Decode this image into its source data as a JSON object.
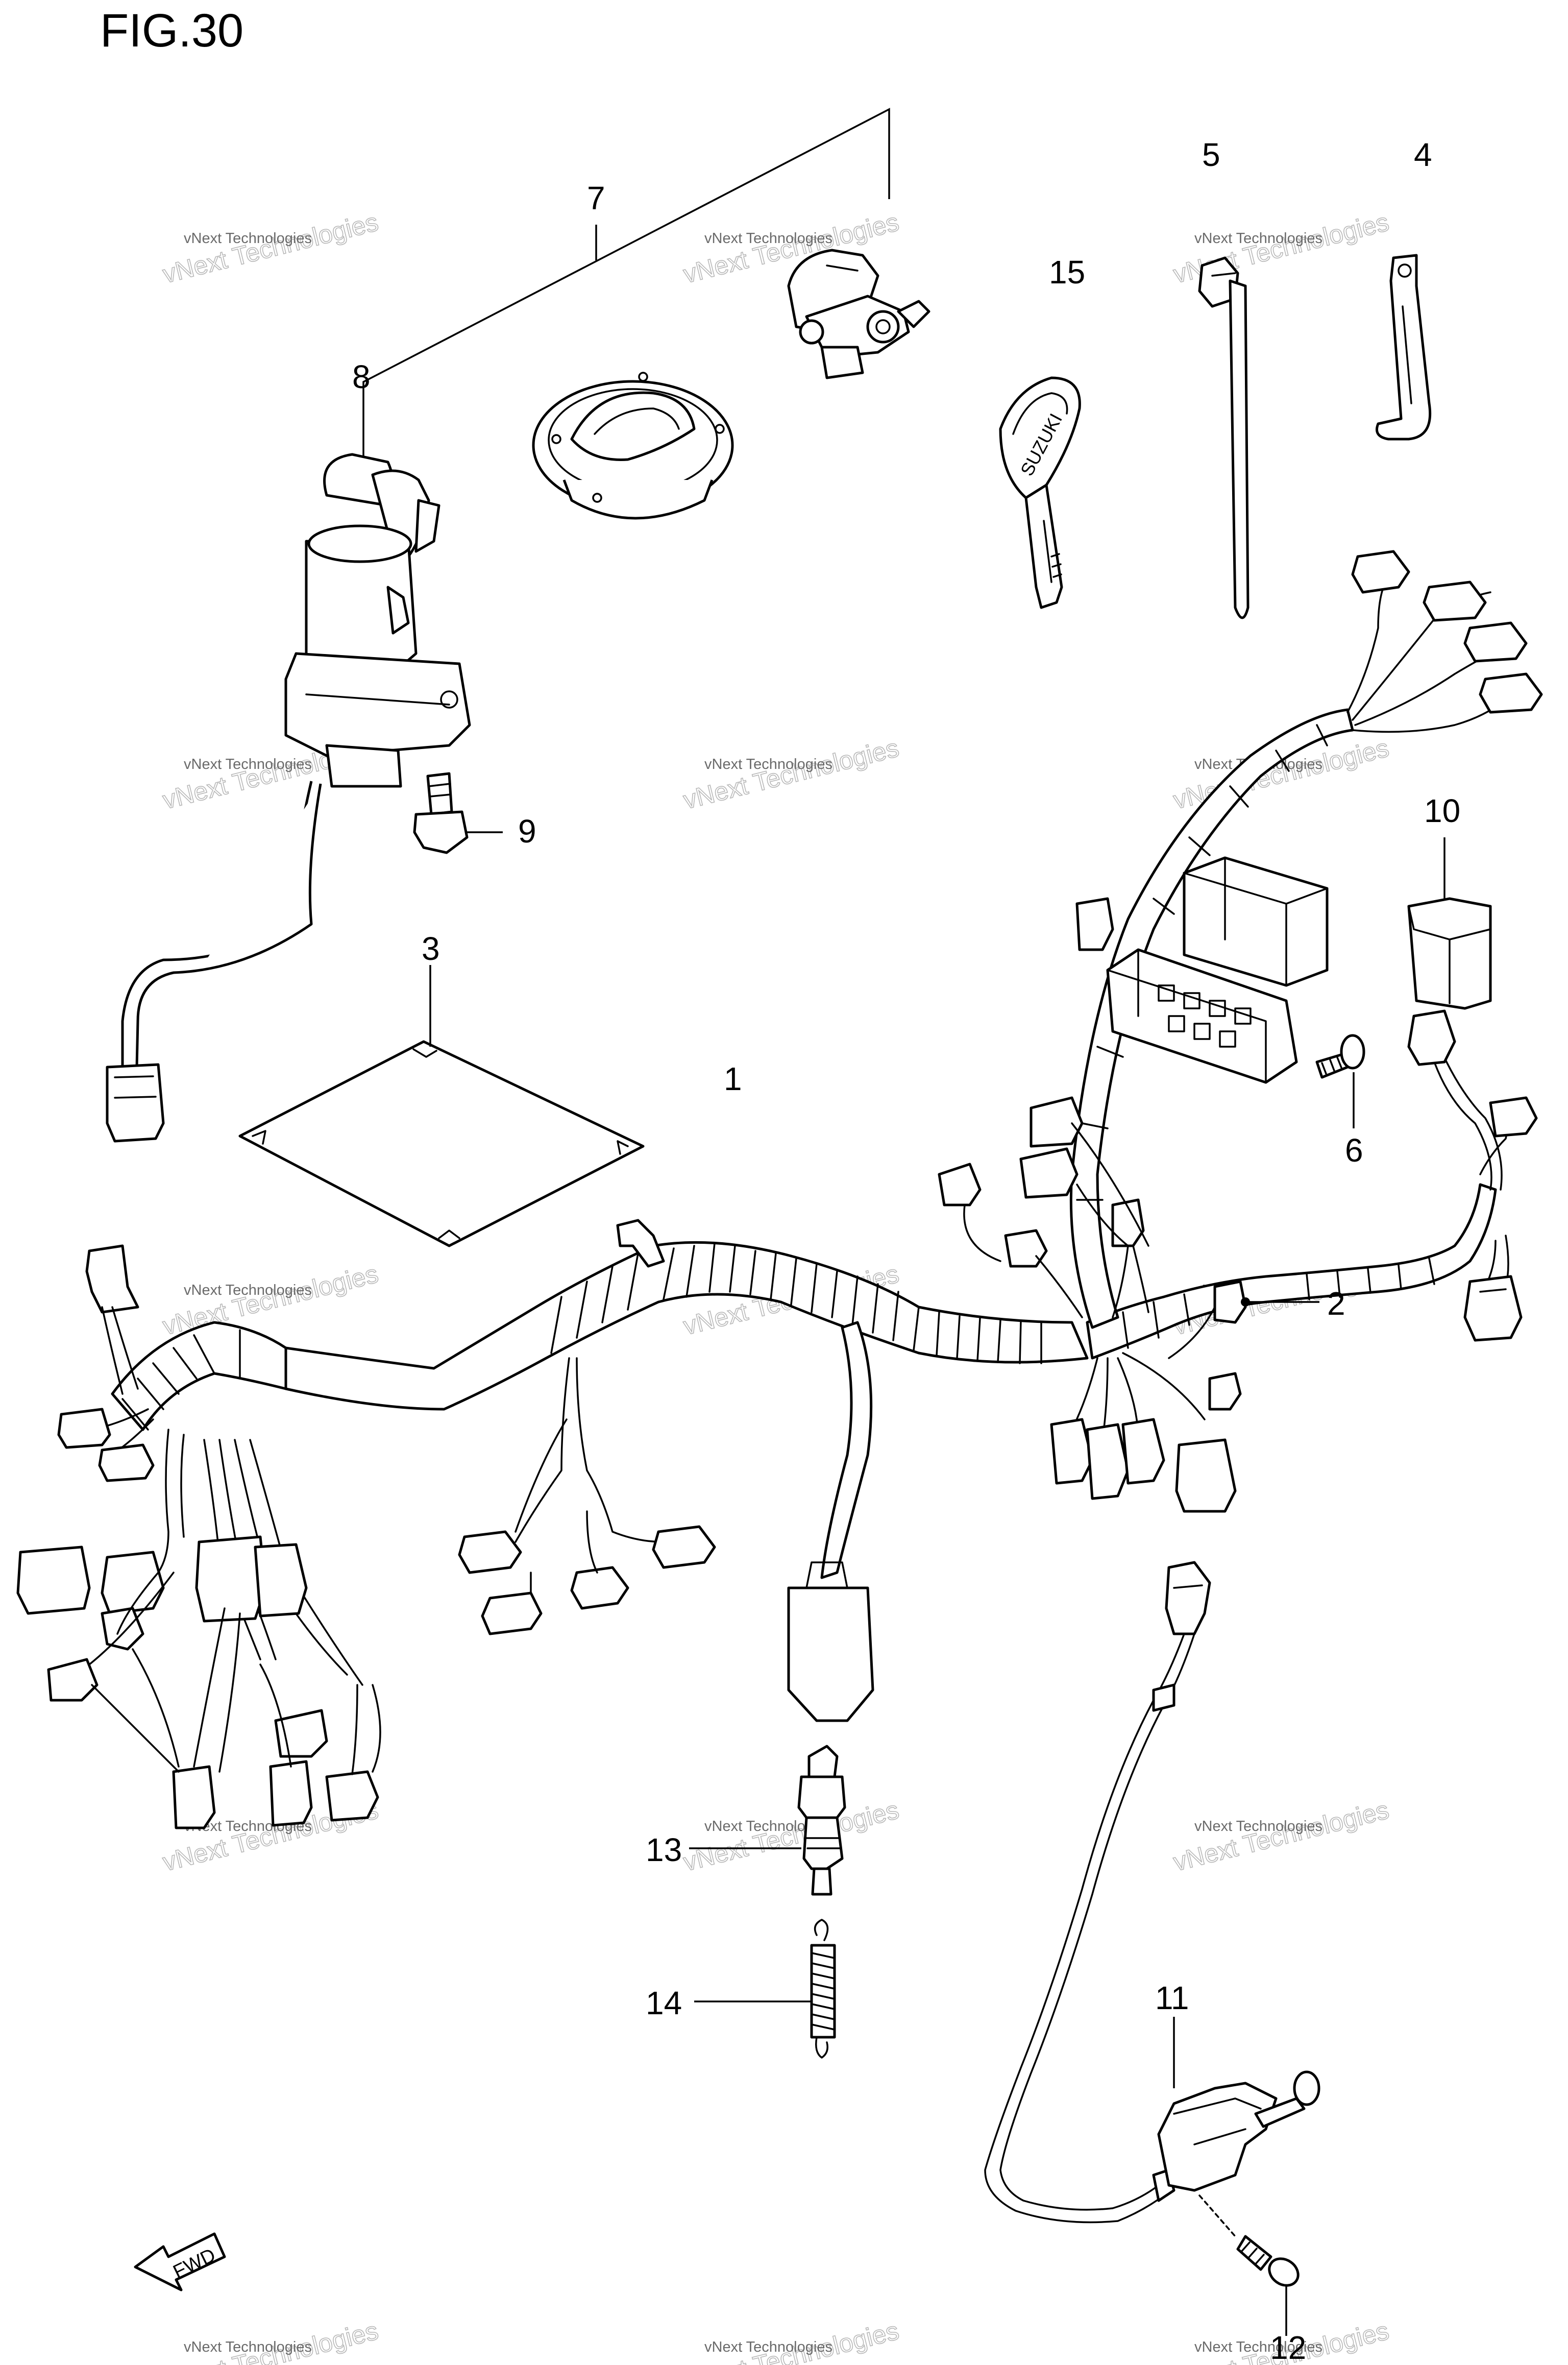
{
  "figure": {
    "title": "FIG.30"
  },
  "callouts": [
    "1",
    "2",
    "3",
    "4",
    "5",
    "6",
    "7",
    "8",
    "9",
    "10",
    "11",
    "12",
    "13",
    "14",
    "15"
  ],
  "key_label": "SUZUKI",
  "fwd_label": "FWD",
  "watermark": {
    "small": "vNext Technologies",
    "big": "vNext Technologies"
  }
}
